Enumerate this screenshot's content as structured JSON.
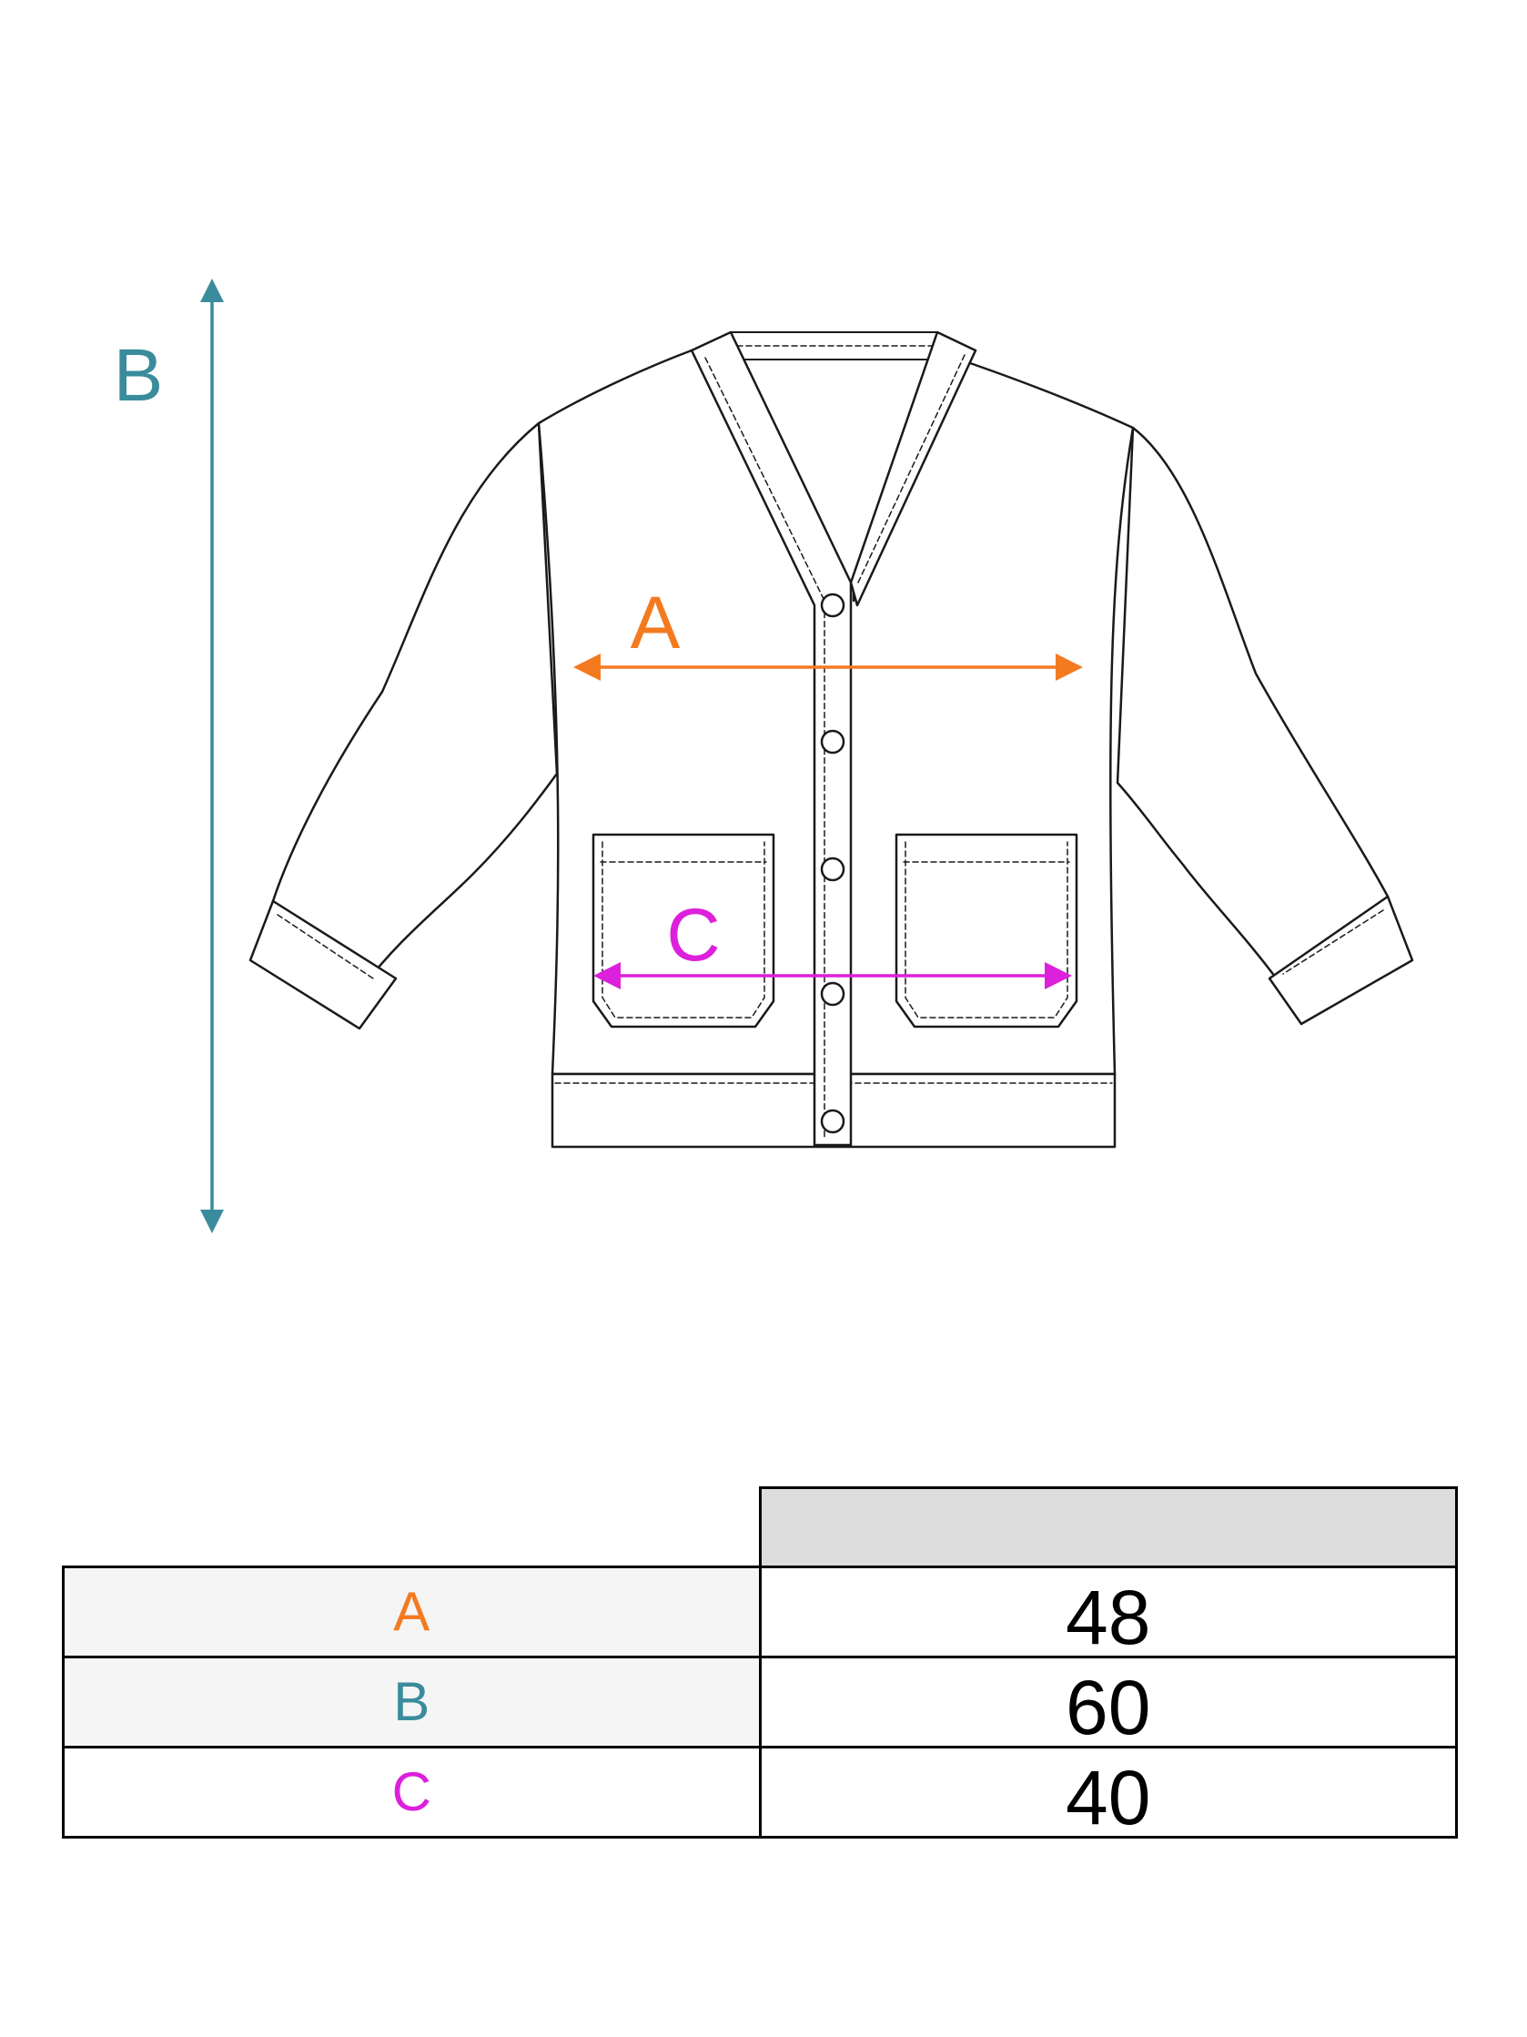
{
  "colors": {
    "A": "#f47a20",
    "B": "#3a8c9c",
    "C": "#dc20dc",
    "outline": "#1a1a1a",
    "table_header": "#dcdcdc",
    "label_bg": "#f5f5f5"
  },
  "diagram": {
    "label_a": "A",
    "label_b": "B",
    "label_c": "C"
  },
  "table": {
    "header": "",
    "rows": [
      {
        "label": "A",
        "value": "48"
      },
      {
        "label": "B",
        "value": "60"
      },
      {
        "label": "C",
        "value": "40"
      }
    ]
  }
}
